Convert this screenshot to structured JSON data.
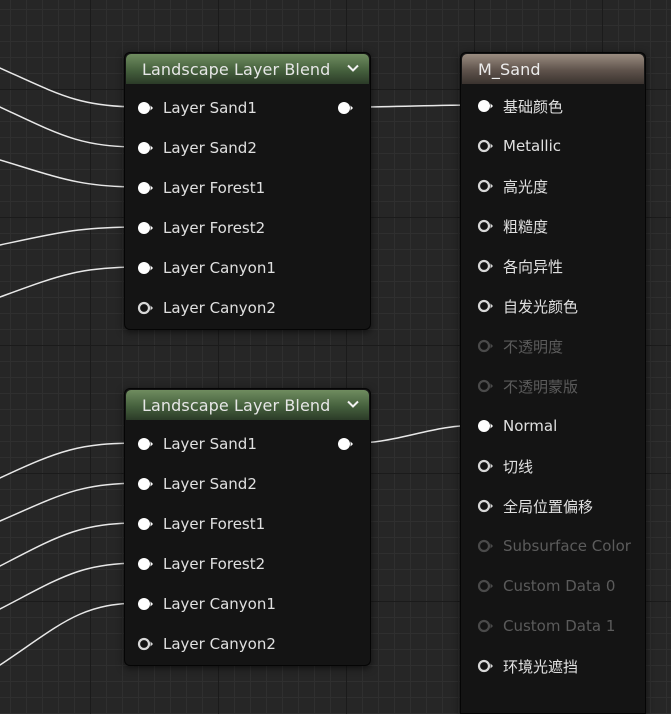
{
  "blend_nodes": [
    {
      "title": "Landscape Layer Blend",
      "inputs": [
        {
          "label": "Layer Sand1",
          "connected": true
        },
        {
          "label": "Layer Sand2",
          "connected": true
        },
        {
          "label": "Layer Forest1",
          "connected": true
        },
        {
          "label": "Layer Forest2",
          "connected": true
        },
        {
          "label": "Layer Canyon1",
          "connected": true
        },
        {
          "label": "Layer Canyon2",
          "connected": false
        }
      ]
    },
    {
      "title": "Landscape Layer Blend",
      "inputs": [
        {
          "label": "Layer Sand1",
          "connected": true
        },
        {
          "label": "Layer Sand2",
          "connected": true
        },
        {
          "label": "Layer Forest1",
          "connected": true
        },
        {
          "label": "Layer Forest2",
          "connected": true
        },
        {
          "label": "Layer Canyon1",
          "connected": true
        },
        {
          "label": "Layer Canyon2",
          "connected": false
        }
      ]
    }
  ],
  "material_node": {
    "title": "M_Sand",
    "inputs": [
      {
        "label": "基础颜色",
        "state": "connected"
      },
      {
        "label": "Metallic",
        "state": "empty"
      },
      {
        "label": "高光度",
        "state": "empty"
      },
      {
        "label": "粗糙度",
        "state": "empty"
      },
      {
        "label": "各向异性",
        "state": "empty"
      },
      {
        "label": "自发光颜色",
        "state": "empty"
      },
      {
        "label": "不透明度",
        "state": "disabled"
      },
      {
        "label": "不透明蒙版",
        "state": "disabled"
      },
      {
        "label": "Normal",
        "state": "connected"
      },
      {
        "label": "切线",
        "state": "empty"
      },
      {
        "label": "全局位置偏移",
        "state": "empty"
      },
      {
        "label": "Subsurface Color",
        "state": "disabled"
      },
      {
        "label": "Custom Data 0",
        "state": "disabled"
      },
      {
        "label": "Custom Data 1",
        "state": "disabled"
      },
      {
        "label": "环境光遮挡",
        "state": "empty"
      }
    ]
  },
  "colors": {
    "grid_background": "#262626",
    "blend_header": "#5a7a4d",
    "material_header": "#7a6c62",
    "wire": "#e8e8e8",
    "pin_connected": "#ffffff",
    "text": "#e0e0e0",
    "text_disabled": "#5b5b5b"
  }
}
